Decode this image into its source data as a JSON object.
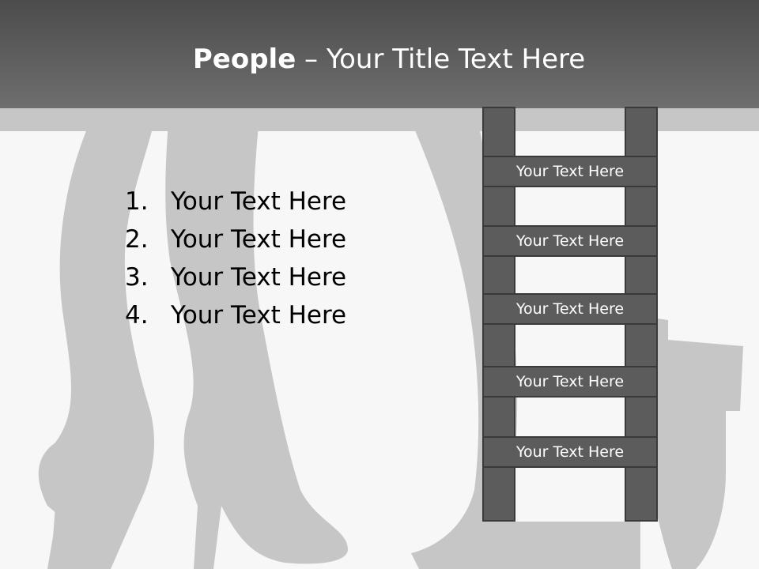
{
  "slide": {
    "title_bold": "People",
    "title_rest": " – Your Title Text Here"
  },
  "list": [
    {
      "number": "1.",
      "text": "Your Text Here"
    },
    {
      "number": "2.",
      "text": "Your Text Here"
    },
    {
      "number": "3.",
      "text": "Your Text Here"
    },
    {
      "number": "4.",
      "text": "Your Text Here"
    }
  ],
  "ladder": {
    "rungs": [
      "Your Text Here",
      "Your Text Here",
      "Your Text Here",
      "Your Text Here",
      "Your Text Here"
    ]
  },
  "colors": {
    "header": "#5a5a5a",
    "background": "#f7f7f7",
    "silhouette": "#c6c6c6",
    "ladder": "#5c5c5c"
  }
}
